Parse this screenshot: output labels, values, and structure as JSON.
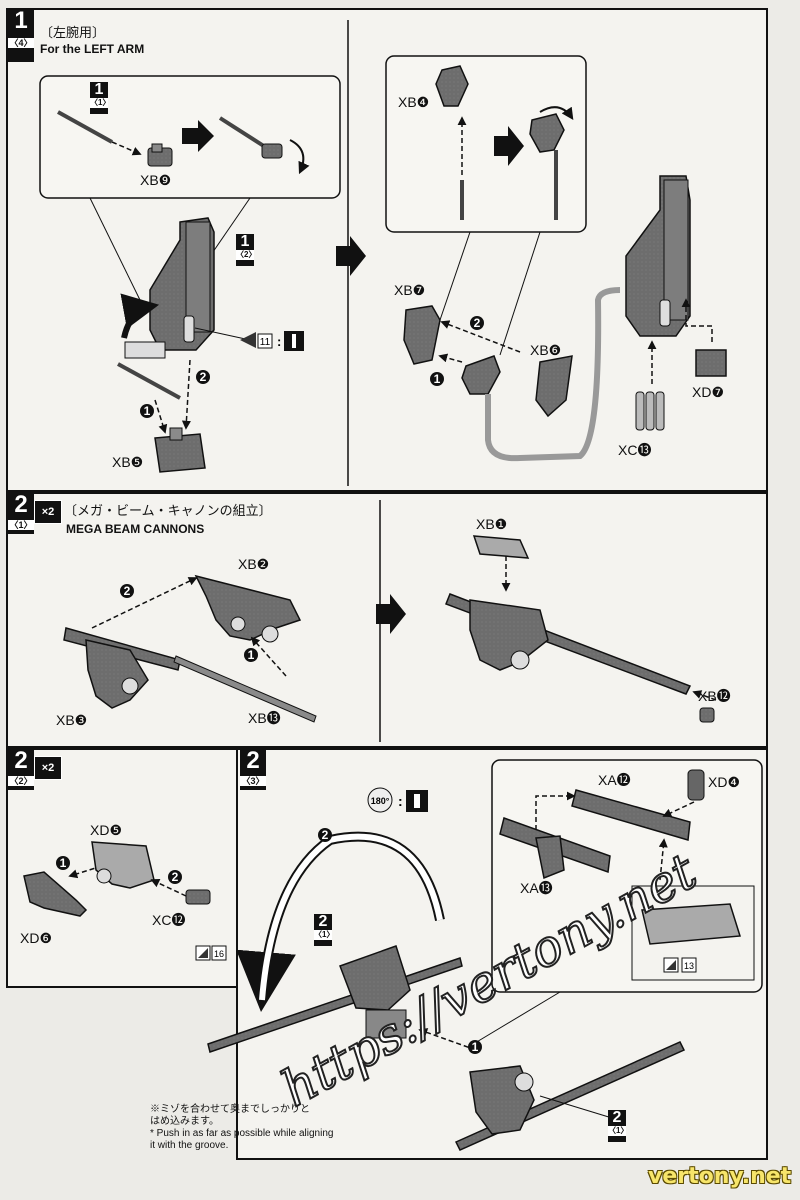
{
  "step1": {
    "number": "1",
    "substep": "〈4〉",
    "title_jp": "〔左腕用〕",
    "title_en": "For the LEFT ARM",
    "inset_step": {
      "number": "1",
      "substep": "〈1〉"
    },
    "main_step": {
      "number": "1",
      "substep": "〈2〉"
    },
    "sticker_ref": "11",
    "order_1": "1",
    "order_2": "2",
    "parts": {
      "xb9": "XB❾",
      "xb5": "XB❺",
      "xb4": "XB❹",
      "xb7": "XB❼",
      "xb6": "XB❻",
      "xd7": "XD❼",
      "xc13": "XC⓭"
    }
  },
  "step2a": {
    "number": "2",
    "substep": "〈1〉",
    "multiplier": "×2",
    "title_jp": "〔メガ・ビーム・キャノンの組立〕",
    "title_en": "MEGA BEAM CANNONS",
    "order_1": "1",
    "order_2": "2",
    "parts": {
      "xb2": "XB❷",
      "xb3": "XB❸",
      "xb13": "XB⓭",
      "xb1": "XB❶",
      "xb12": "XB⓬"
    }
  },
  "step2b": {
    "number": "2",
    "substep": "〈2〉",
    "multiplier": "×2",
    "order_1": "1",
    "order_2": "2",
    "sticker_ref": "16",
    "parts": {
      "xd5": "XD❺",
      "xd6": "XD❻",
      "xc12": "XC⓬"
    }
  },
  "step2c": {
    "number": "2",
    "substep": "〈3〉",
    "rotate_label": "180°",
    "order_1": "1",
    "order_2": "2",
    "ref_step_a": {
      "number": "2",
      "substep": "〈1〉"
    },
    "ref_step_b": {
      "number": "2",
      "substep": "〈1〉"
    },
    "sticker_ref": "13",
    "parts": {
      "xa12": "XA⓬",
      "xa13": "XA⓭",
      "xd4": "XD❹"
    },
    "note_jp": "※ミゾを合わせて奥までしっかりと\nはめ込みます。",
    "note_en": "* Push in as far as possible while aligning\nit with the groove."
  },
  "watermark": {
    "text": "https://vertony.net",
    "corner": "vertony.net"
  },
  "colors": {
    "part": "#6d6d6d",
    "part_light": "#b5b5b5",
    "frame": "#111111",
    "paper": "#f4f3ef"
  }
}
